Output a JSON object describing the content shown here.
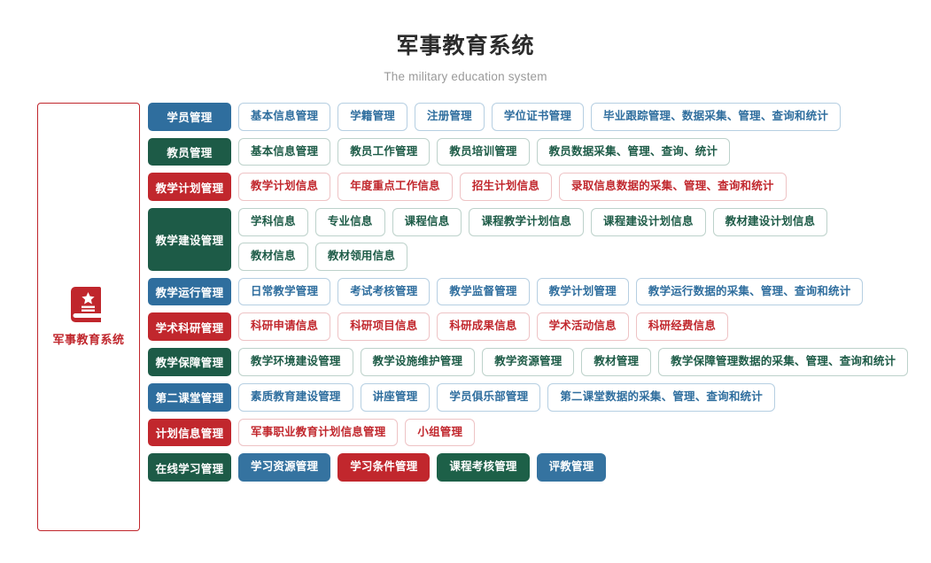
{
  "header": {
    "title": "军事教育系统",
    "subtitle": "The military education system"
  },
  "brand": {
    "icon": "book-star-icon",
    "label": "军事教育系统",
    "border_color": "#c0262c",
    "text_color": "#c0262c"
  },
  "palette": {
    "blue": "#2f6e9e",
    "green": "#1d5b47",
    "red": "#c1272d",
    "blue_border": "#b6cfe2",
    "green_border": "#bdd2cb",
    "red_border": "#eec3c5"
  },
  "rows": [
    {
      "category": "学员管理",
      "color": "blue",
      "filled_items": false,
      "lines": [
        [
          "基本信息管理",
          "学籍管理",
          "注册管理",
          "学位证书管理",
          "毕业跟踪管理、数据采集、管理、查询和统计"
        ]
      ]
    },
    {
      "category": "教员管理",
      "color": "green",
      "filled_items": false,
      "lines": [
        [
          "基本信息管理",
          "教员工作管理",
          "教员培训管理",
          "教员数据采集、管理、查询、统计"
        ]
      ]
    },
    {
      "category": "教学计划管理",
      "color": "red",
      "filled_items": false,
      "lines": [
        [
          "教学计划信息",
          "年度重点工作信息",
          "招生计划信息",
          "录取信息数据的采集、管理、查询和统计"
        ]
      ]
    },
    {
      "category": "教学建设管理",
      "color": "green",
      "filled_items": false,
      "lines": [
        [
          "学科信息",
          "专业信息",
          "课程信息",
          "课程教学计划信息",
          "课程建设计划信息",
          "教材建设计划信息"
        ],
        [
          "教材信息",
          "教材领用信息"
        ]
      ]
    },
    {
      "category": "教学运行管理",
      "color": "blue",
      "filled_items": false,
      "lines": [
        [
          "日常教学管理",
          "考试考核管理",
          "教学监督管理",
          "教学计划管理",
          "教学运行数据的采集、管理、查询和统计"
        ]
      ]
    },
    {
      "category": "学术科研管理",
      "color": "red",
      "filled_items": false,
      "lines": [
        [
          "科研申请信息",
          "科研项目信息",
          "科研成果信息",
          "学术活动信息",
          "科研经费信息"
        ]
      ]
    },
    {
      "category": "教学保障管理",
      "color": "green",
      "filled_items": false,
      "lines": [
        [
          "教学环境建设管理",
          "教学设施维护管理",
          "教学资源管理",
          "教材管理",
          "教学保障管理数据的采集、管理、查询和统计"
        ]
      ]
    },
    {
      "category": "第二课堂管理",
      "color": "blue",
      "filled_items": false,
      "lines": [
        [
          "素质教育建设管理",
          "讲座管理",
          "学员俱乐部管理",
          "第二课堂数据的采集、管理、查询和统计"
        ]
      ]
    },
    {
      "category": "计划信息管理",
      "color": "red",
      "filled_items": false,
      "lines": [
        [
          "军事职业教育计划信息管理",
          "小组管理"
        ]
      ]
    },
    {
      "category": "在线学习管理",
      "color": "green",
      "filled_items": true,
      "lines": [
        [
          {
            "label": "学习资源管理",
            "color": "blue"
          },
          {
            "label": "学习条件管理",
            "color": "red"
          },
          {
            "label": "课程考核管理",
            "color": "green"
          },
          {
            "label": "评教管理",
            "color": "blue"
          }
        ]
      ]
    }
  ]
}
